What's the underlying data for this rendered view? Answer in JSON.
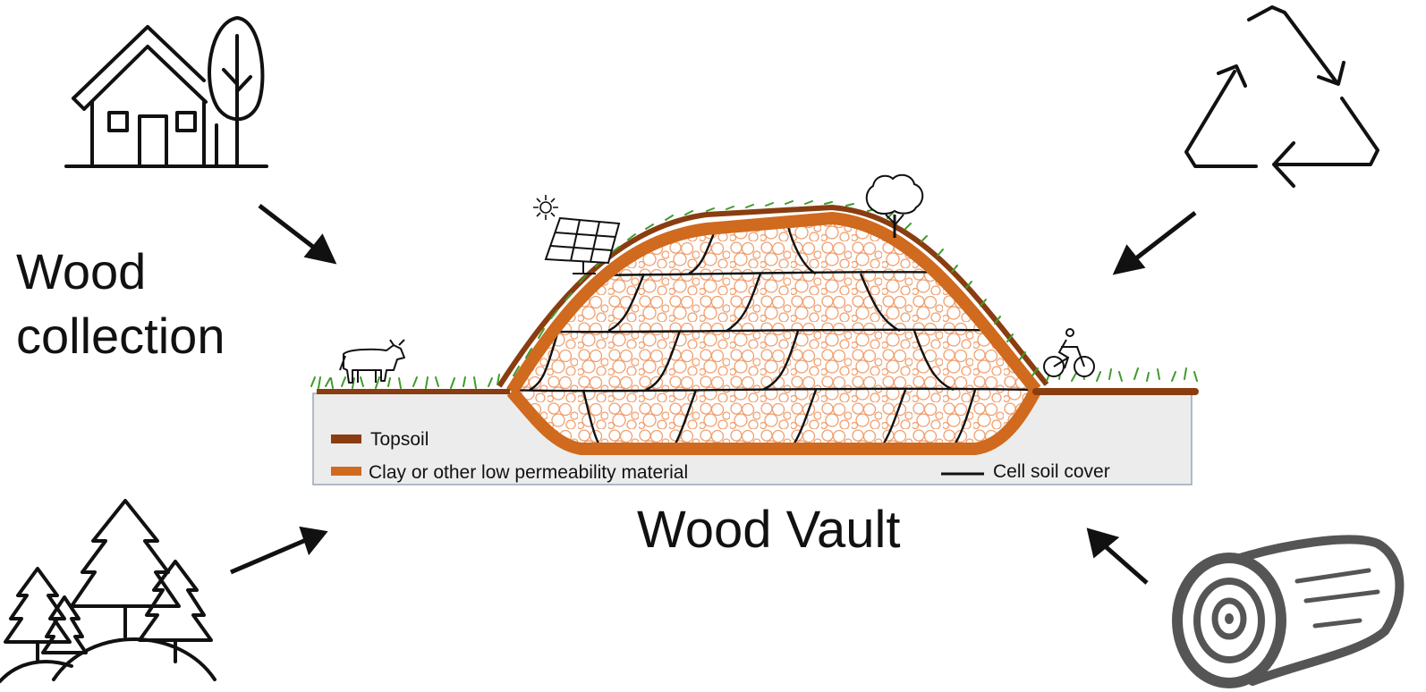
{
  "labels": {
    "left_title_line1": "Wood",
    "left_title_line2": "collection",
    "center_title": "Wood Vault"
  },
  "legend": {
    "topsoil": "Topsoil",
    "clay": "Clay or other low permeability material",
    "cell_cover": "Cell soil cover"
  },
  "colors": {
    "topsoil": "#8a3d10",
    "clay": "#cf6a1e",
    "grass": "#3f9b2c",
    "ground": "#ececec",
    "wood_chips": "#f0a070"
  },
  "icons": {
    "top_left": "house-with-tree-icon",
    "bottom_left": "forest-trees-icon",
    "top_right": "recycle-icon",
    "bottom_right": "log-icon",
    "on_vault": [
      "solar-panel-icon",
      "sun-icon",
      "tree-icon",
      "cow-icon",
      "cyclist-icon"
    ]
  }
}
